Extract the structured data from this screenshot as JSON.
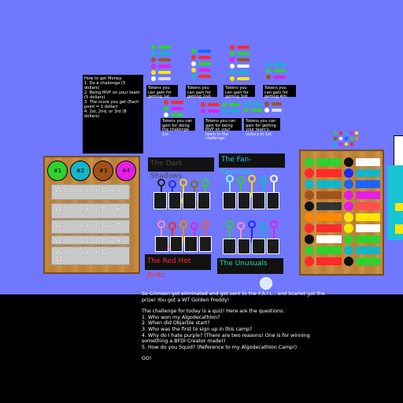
{
  "money_box": {
    "title": "How to get Money:",
    "lines": [
      "1. Do a challenge (5 dollars)",
      "2. Being MVP on your team (5 dollars)",
      "3. The score you get (Each point = 1 dollar)",
      "4. 1st, 2nd, or 3rd (8 dollars)"
    ]
  },
  "token_notes": [
    "Tokens you can gain for getting 1st:",
    "Tokens you can gain for getting 2nd:",
    "Tokens you can gain for getting 3rd:",
    "Tokens you can gain for getting 4th:",
    "Tokens you can gain for doing the challenge 1st:",
    "Tokens you can gain for being MVP on your team in the challenge:",
    "Tokens you can gain for getting your team's victory in 1st:"
  ],
  "unlock_board": {
    "circles": [
      {
        "label": "#1",
        "color": "#2fd12f"
      },
      {
        "label": "#2",
        "color": "#13b6c8"
      },
      {
        "label": "#3",
        "color": "#a0521d"
      },
      {
        "label": "#4",
        "color": "#e61ee6"
      }
    ],
    "locks": [
      "Will Unlock on Day 4!",
      "Will Unlock on Day 6!",
      "Will Unlock on Day 7!",
      "Will Unlock on Day 9!",
      "Will Unlock on Day 11!"
    ]
  },
  "teams": [
    {
      "name": "The Dark Shadows",
      "color": "#2a2a2a",
      "text_color": "#4b4b4b"
    },
    {
      "name": "The Fan-Favorites",
      "color": "#111",
      "text_color": "#19c9e8"
    },
    {
      "name": "The Red Hot Riots",
      "color": "#111",
      "text_color": "#ff2a2a"
    },
    {
      "name": "The Unusuals",
      "color": "#111",
      "text_color": "#26d6b4"
    }
  ],
  "announcement": {
    "intro": "So Crimson got eliminated and got sent to the F.A.I.L., and Scarlet got the prize! You got a WT Golden Freddy!",
    "lead": "The challenge for today is a quiz! Here are the questions:",
    "questions": [
      "1. Who won my Algodecathlon?",
      "2. When did Objarble start?",
      "3. Who was the first to sign up in this camp?",
      "4. Why do I hate purple? (There are two reasons! One is for winning something a BFDI Creator made!)",
      "5. How do you Squid? (Reference to my Algodecathlon Camp!)"
    ],
    "closing": "GO!"
  },
  "colors": {
    "background": "#6f78ff",
    "wood": "#c58a3d",
    "panel": "#000000"
  }
}
